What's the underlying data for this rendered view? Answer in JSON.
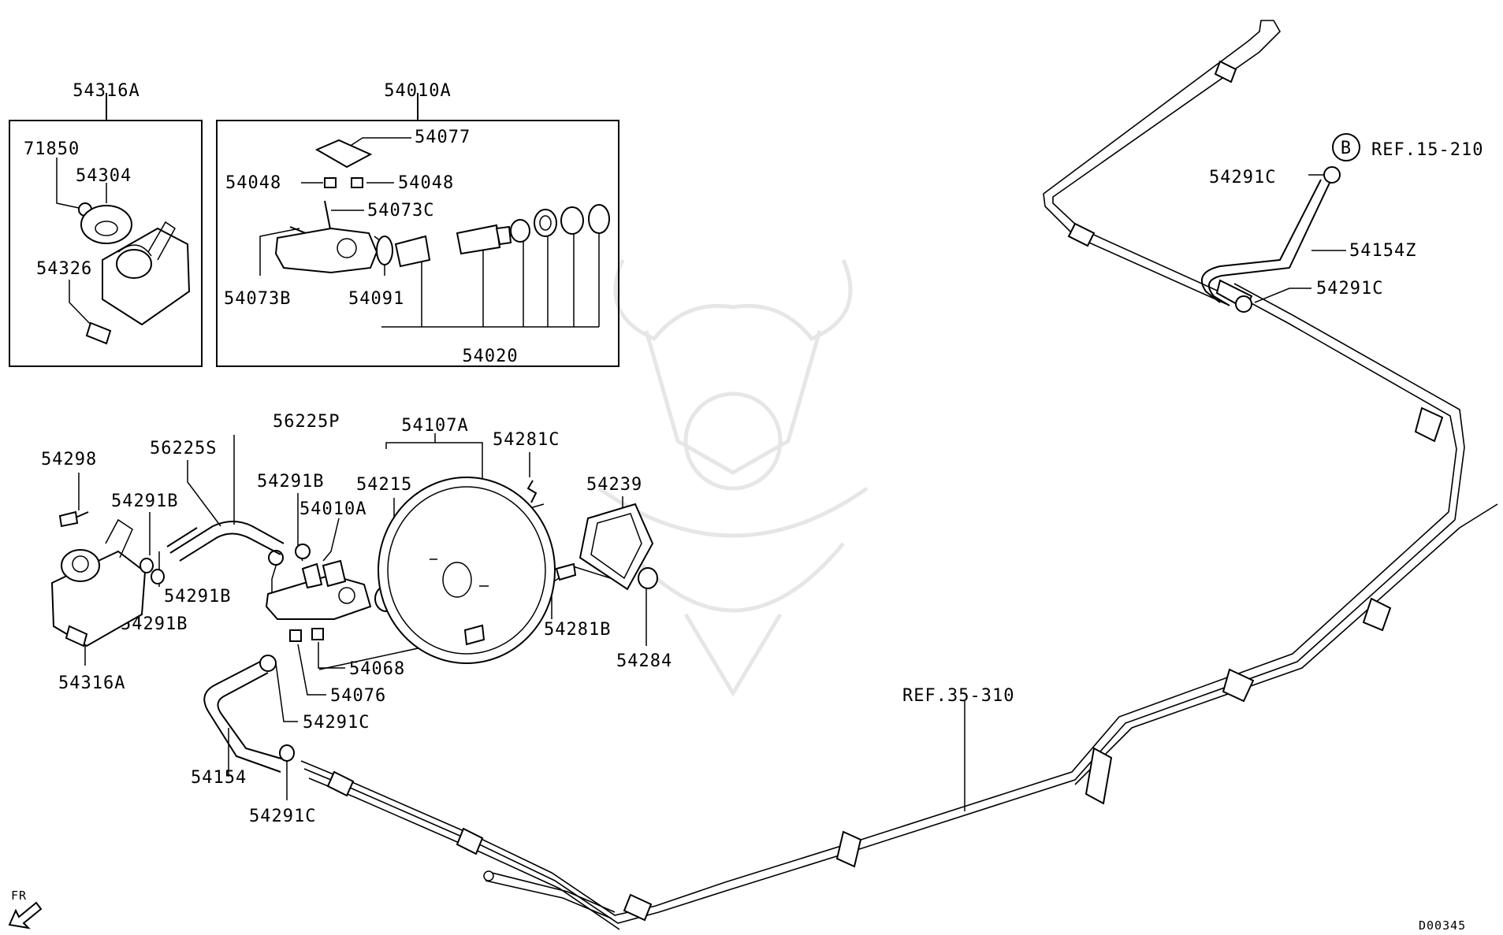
{
  "diagram": {
    "code": "D00345",
    "front_marker": "FR",
    "circle_marker": "B",
    "labels": {
      "l54316A_top": "54316A",
      "l54010A_top": "54010A",
      "l71850": "71850",
      "l54304": "54304",
      "l54326": "54326",
      "l54077": "54077",
      "l54048_left": "54048",
      "l54048_right": "54048",
      "l54073C": "54073C",
      "l54073B": "54073B",
      "l54091": "54091",
      "l54020": "54020",
      "l56225P": "56225P",
      "l56225S": "56225S",
      "l54298": "54298",
      "l54291B_a": "54291B",
      "l54291B_b": "54291B",
      "l54291B_c": "54291B",
      "l54291B_d": "54291B",
      "l54010A_mid": "54010A",
      "l54107A": "54107A",
      "l54281C": "54281C",
      "l54215": "54215",
      "l54239": "54239",
      "l54281B": "54281B",
      "l54284": "54284",
      "l54068": "54068",
      "l54076": "54076",
      "l54316A_bot": "54316A",
      "l54291C_a": "54291C",
      "l54154": "54154",
      "l54291C_b": "54291C",
      "l54291C_c": "54291C",
      "l54154Z": "54154Z",
      "l54291C_d": "54291C",
      "ref_15_210": "REF.15-210",
      "ref_35_310": "REF.35-310"
    }
  }
}
